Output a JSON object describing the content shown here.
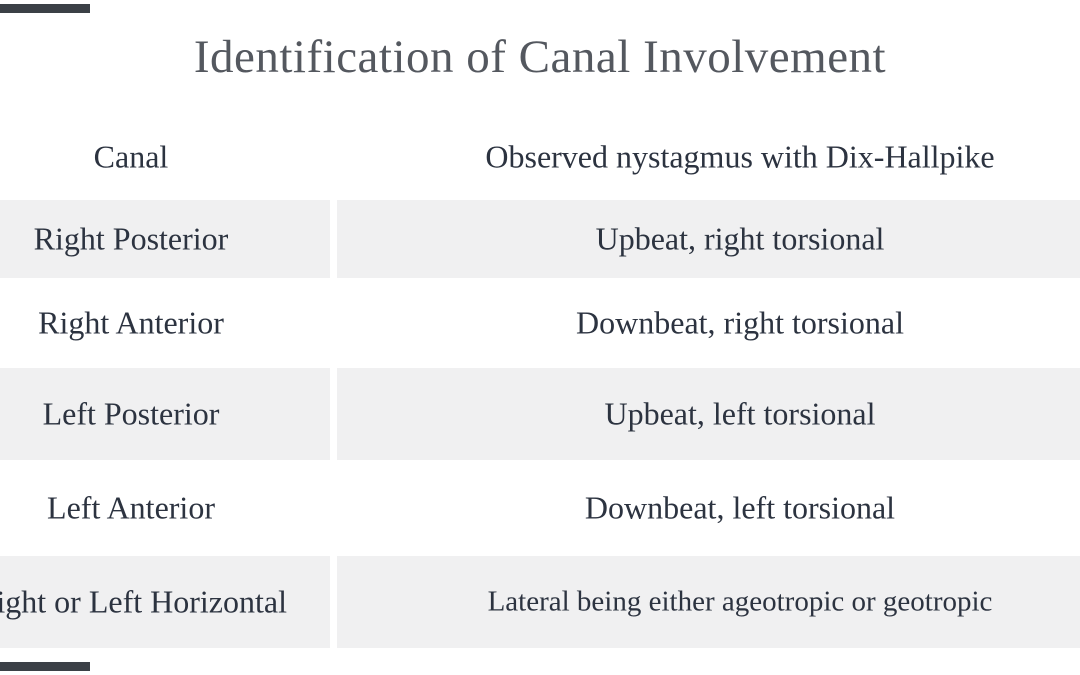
{
  "page": {
    "title": "Identification of Canal Involvement"
  },
  "table": {
    "columns": [
      "Canal",
      "Observed nystagmus with Dix-Hallpike"
    ],
    "rows": [
      {
        "canal": "Right Posterior",
        "nystagmus": "Upbeat, right torsional"
      },
      {
        "canal": "Right Anterior",
        "nystagmus": "Downbeat, right torsional"
      },
      {
        "canal": "Left Posterior",
        "nystagmus": "Upbeat, left torsional"
      },
      {
        "canal": "Left Anterior",
        "nystagmus": "Downbeat, left torsional"
      },
      {
        "canal": "Right or Left Horizontal",
        "nystagmus": "Lateral being either ageotropic or geotropic"
      }
    ]
  },
  "colors": {
    "background": "#ffffff",
    "row_shade": "#f0f0f1",
    "body_text": "#2c3340",
    "title_text": "#54585f",
    "corner_bar": "#3b4046"
  }
}
